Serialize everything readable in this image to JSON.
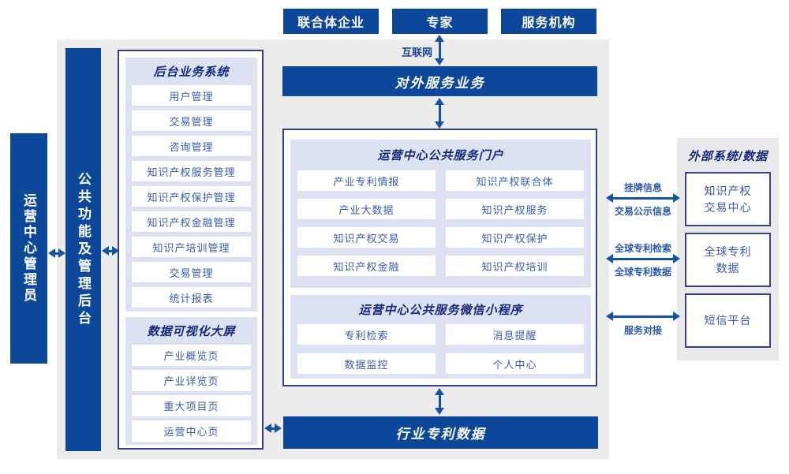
{
  "colors": {
    "primary_blue": "#0c4799",
    "navy_border": "#333c8f",
    "lavender_panel": "#dde2f3",
    "arrow_blue": "#1453a4",
    "item_text_blue": "#3a5ca8",
    "header_navy": "#15297c",
    "canvas_gray": "#ececec"
  },
  "top_actors": {
    "items": [
      "联合体企业",
      "专家",
      "服务机构"
    ]
  },
  "network": {
    "internet_label": "互联网"
  },
  "external_service_bar": {
    "label": "对外服务业务"
  },
  "industry_data_bar": {
    "label": "行业专利数据"
  },
  "rails": {
    "operations_admin": "运营中心管理员",
    "public_functions_backend": "公共功能及管理后台"
  },
  "backend_system": {
    "title": "后台业务系统",
    "items": [
      "用户管理",
      "交易管理",
      "咨询管理",
      "知识产权服务管理",
      "知识产权保护管理",
      "知识产权金融管理",
      "知识产培训管理",
      "交易管理",
      "统计报表"
    ]
  },
  "dataviz_screen": {
    "title": "数据可视化大屏",
    "items": [
      "产业概览页",
      "产业详览页",
      "重大项目页",
      "运营中心页"
    ]
  },
  "portal": {
    "title": "运营中心公共服务门户",
    "items": [
      "产业专利情报",
      "知识产权联合体",
      "产业大数据",
      "知识产权服务",
      "知识产权交易",
      "知识产权保护",
      "知识产权金融",
      "知识产权培训"
    ]
  },
  "miniprogram": {
    "title": "运营中心公共服务微信小程序",
    "items": [
      "专利检索",
      "消息提醒",
      "数据监控",
      "个人中心"
    ]
  },
  "external_systems": {
    "title": "外部系统/数据",
    "boxes": [
      "知识产权\n交易中心",
      "全球专利\n数据",
      "短信平台"
    ],
    "link_labels": {
      "listing_top": "挂牌信息",
      "listing_bottom": "交易公示信息",
      "patent_top": "全球专利检索",
      "patent_bottom": "全球专利数据",
      "service_bottom": "服务对接"
    }
  }
}
